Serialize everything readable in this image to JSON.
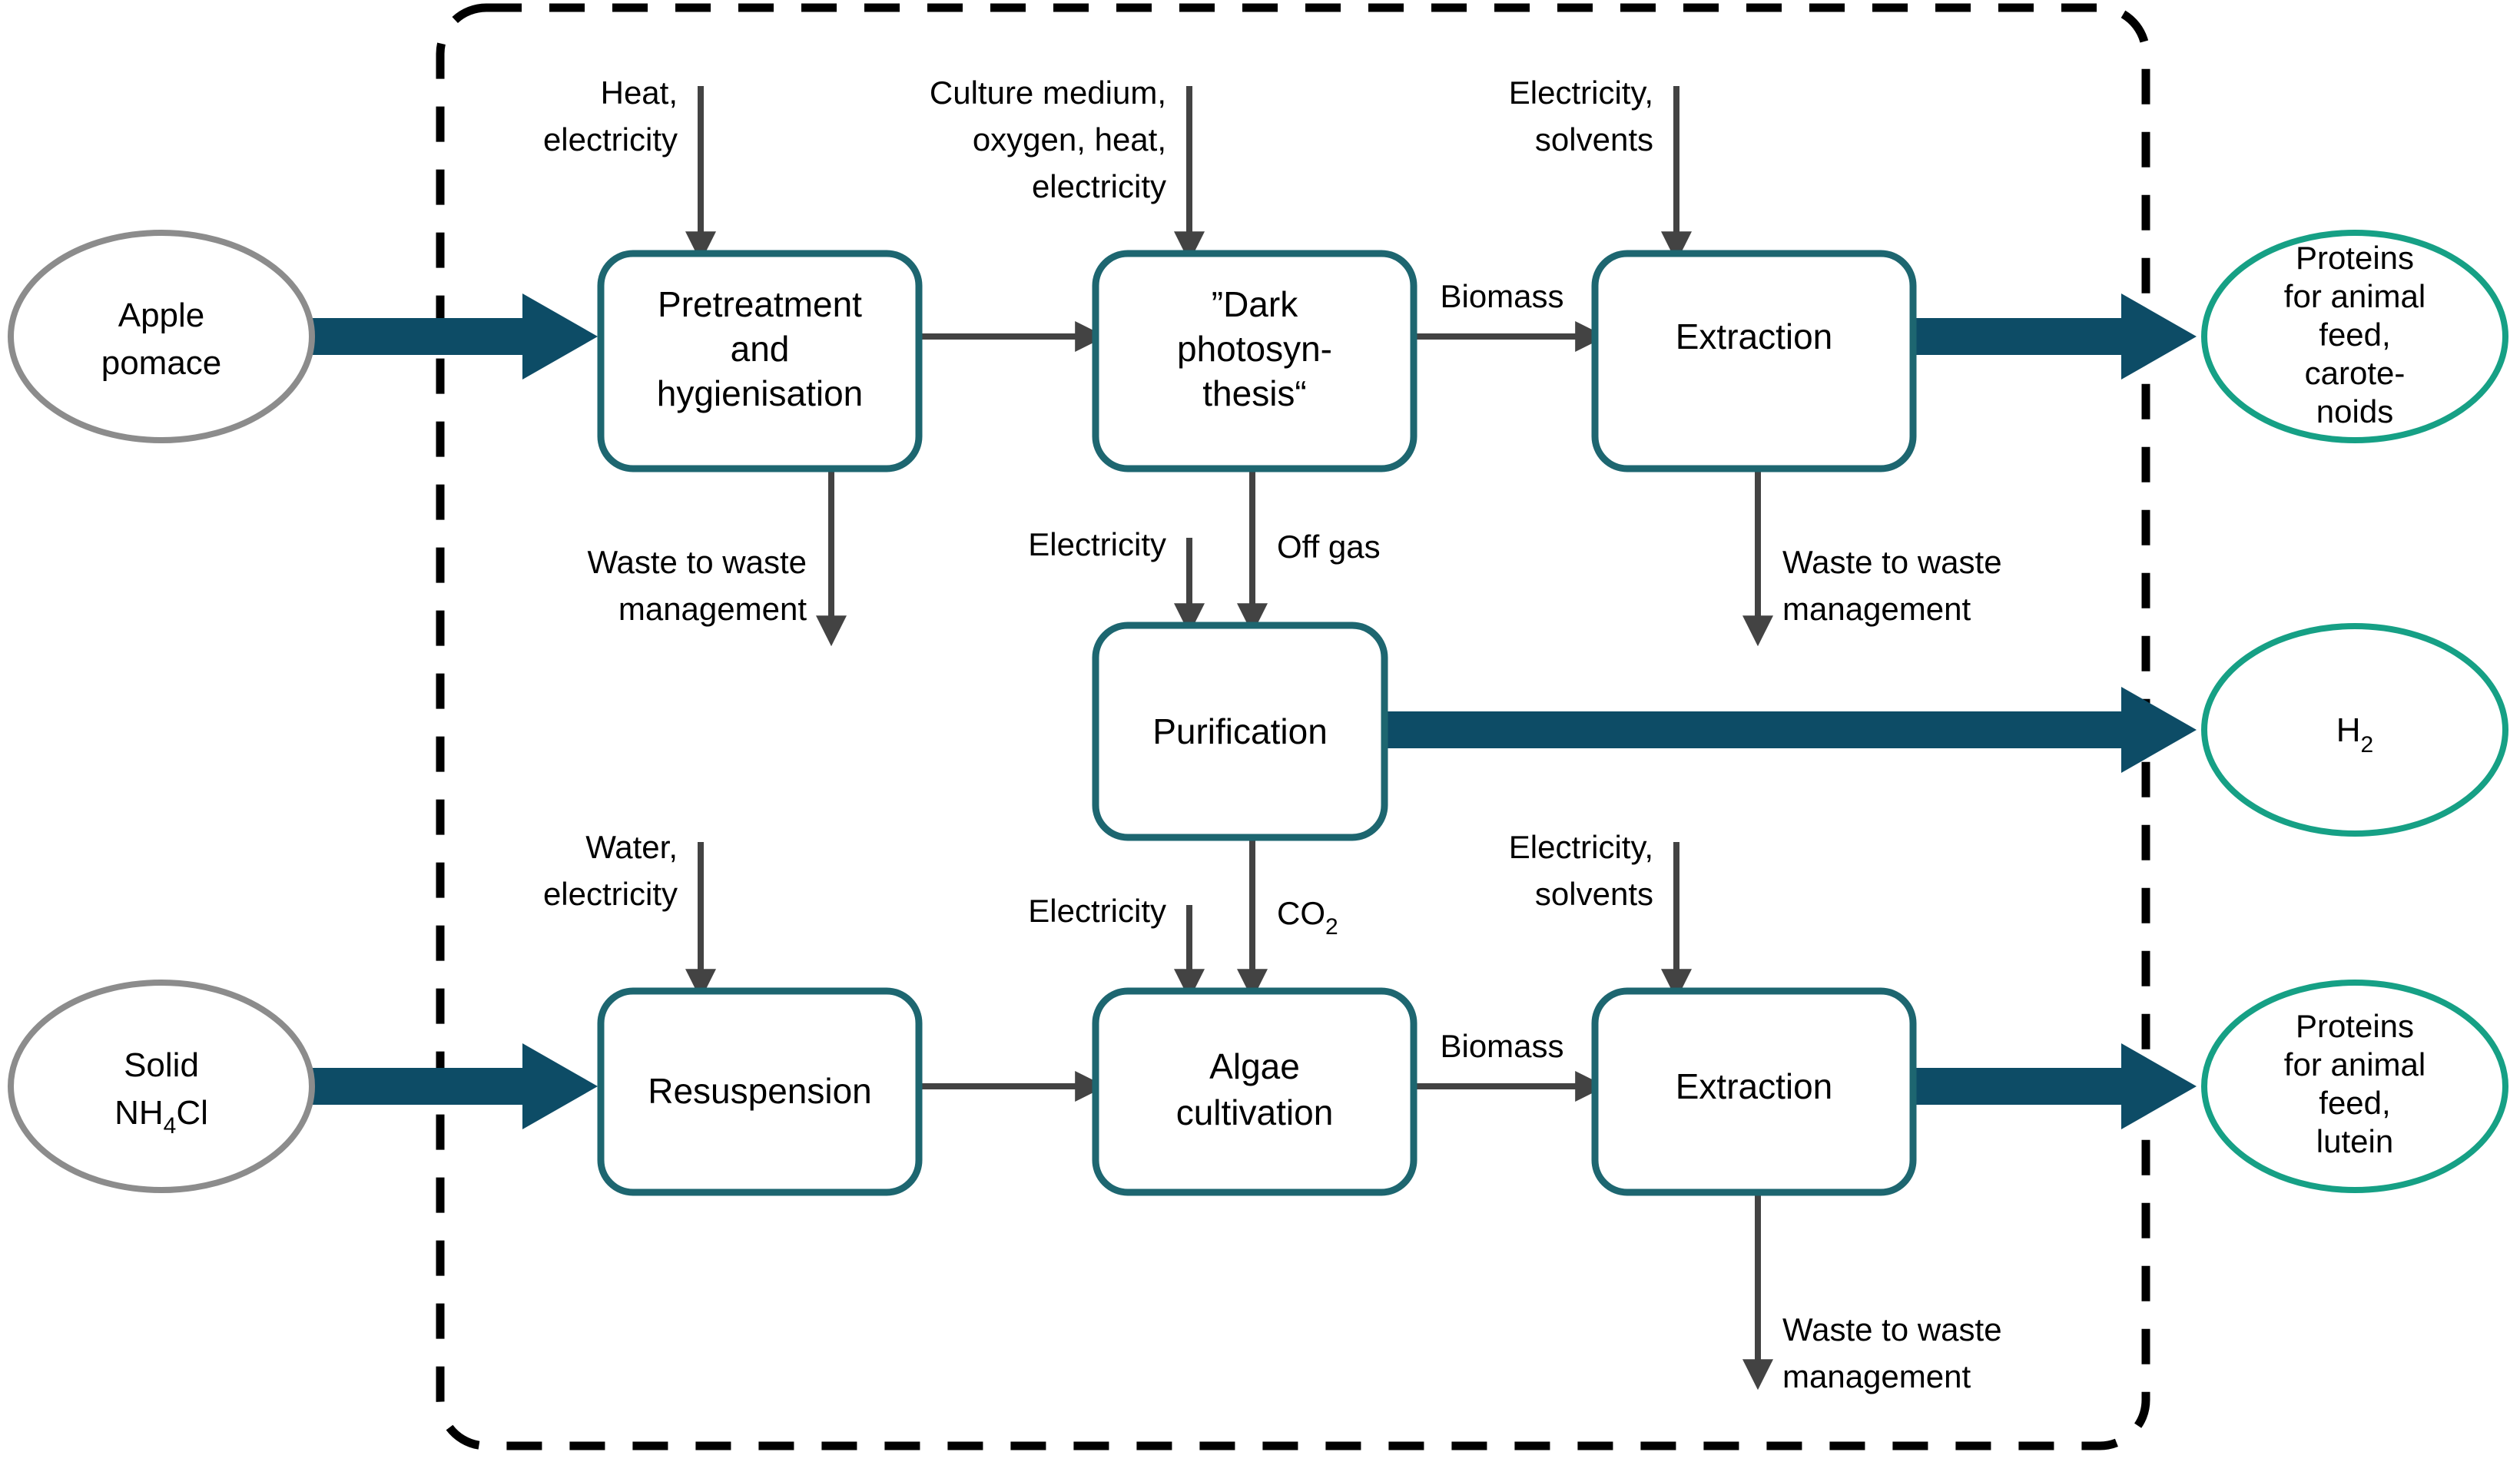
{
  "diagram": {
    "title": "Biorefinery process flow diagram",
    "colors": {
      "process_box_stroke": "#1d6670",
      "input_ellipse_stroke": "#8c8c8c",
      "output_ellipse_stroke": "#16a085",
      "thick_flow_arrow": "#0d4c66",
      "thin_arrow": "#434343",
      "system_boundary": "#000000"
    },
    "system_boundary": {
      "name": "system-boundary",
      "style": "dashed-rounded-rectangle"
    }
  },
  "inputs": [
    {
      "id": "apple-pomace",
      "lines": [
        "Apple",
        "pomace"
      ]
    },
    {
      "id": "solid-nh4cl",
      "lines": [
        "Solid",
        "NH"
      ],
      "formula_sub": "4",
      "formula_tail": "Cl",
      "line1": "Solid"
    }
  ],
  "outputs": [
    {
      "id": "proteins-carotenoids",
      "lines": [
        "Proteins",
        "for animal",
        "feed,",
        "carote-",
        "noids"
      ]
    },
    {
      "id": "hydrogen",
      "lines": [
        "H"
      ],
      "sub": "2"
    },
    {
      "id": "proteins-lutein",
      "lines": [
        "Proteins",
        "for animal",
        "feed,",
        "lutein"
      ]
    }
  ],
  "processes": [
    {
      "id": "pretreatment",
      "lines": [
        "Pretreatment",
        "and",
        "hygienisation"
      ]
    },
    {
      "id": "dark-photosynthesis",
      "lines": [
        "”Dark",
        "photosyn-",
        "thesis“"
      ]
    },
    {
      "id": "extraction-top",
      "lines": [
        "Extraction"
      ]
    },
    {
      "id": "purification",
      "lines": [
        "Purification"
      ]
    },
    {
      "id": "resuspension",
      "lines": [
        "Resuspension"
      ]
    },
    {
      "id": "algae-cultivation",
      "lines": [
        "Algae",
        "cultivation"
      ]
    },
    {
      "id": "extraction-bottom",
      "lines": [
        "Extraction"
      ]
    }
  ],
  "resource_inputs": [
    {
      "id": "heat-electricity",
      "lines": [
        "Heat,",
        "electricity"
      ]
    },
    {
      "id": "culture-medium",
      "lines": [
        "Culture medium,",
        "oxygen, heat,",
        "electricity"
      ]
    },
    {
      "id": "electricity-solvents-top",
      "lines": [
        "Electricity,",
        "solvents"
      ]
    },
    {
      "id": "electricity-purification",
      "lines": [
        "Electricity"
      ]
    },
    {
      "id": "water-electricity",
      "lines": [
        "Water,",
        "electricity"
      ]
    },
    {
      "id": "electricity-algae",
      "lines": [
        "Electricity"
      ]
    },
    {
      "id": "electricity-solvents-bottom",
      "lines": [
        "Electricity,",
        "solvents"
      ]
    }
  ],
  "waste_outputs": [
    {
      "id": "waste-pretreatment",
      "lines": [
        "Waste to waste",
        "management"
      ]
    },
    {
      "id": "waste-extraction-top",
      "lines": [
        "Waste to waste",
        "management"
      ]
    },
    {
      "id": "waste-extraction-bottom",
      "lines": [
        "Waste to waste",
        "management"
      ]
    }
  ],
  "stream_labels": [
    {
      "id": "biomass-top",
      "text": "Biomass"
    },
    {
      "id": "off-gas",
      "text": "Off gas"
    },
    {
      "id": "co2",
      "text": "CO",
      "sub": "2"
    },
    {
      "id": "biomass-bottom",
      "text": "Biomass"
    }
  ],
  "text": {
    "apple_pomace_l1": "Apple",
    "apple_pomace_l2": "pomace",
    "solid_l1": "Solid",
    "solid_nh": "NH",
    "solid_sub": "4",
    "solid_cl": "Cl",
    "pretreatment_l1": "Pretreatment",
    "pretreatment_l2": "and",
    "pretreatment_l3": "hygienisation",
    "darkphoto_l1": "”Dark",
    "darkphoto_l2": "photosyn-",
    "darkphoto_l3": "thesis“",
    "extraction_top": "Extraction",
    "purification": "Purification",
    "resuspension": "Resuspension",
    "algae_l1": "Algae",
    "algae_l2": "cultivation",
    "extraction_bottom": "Extraction",
    "heat_l1": "Heat,",
    "heat_l2": "electricity",
    "culture_l1": "Culture medium,",
    "culture_l2": "oxygen, heat,",
    "culture_l3": "electricity",
    "elec_solv_top_l1": "Electricity,",
    "elec_solv_top_l2": "solvents",
    "elec_purif": "Electricity",
    "water_l1": "Water,",
    "water_l2": "electricity",
    "elec_algae": "Electricity",
    "elec_solv_bot_l1": "Electricity,",
    "elec_solv_bot_l2": "solvents",
    "waste_top_l1": "Waste to waste",
    "waste_top_l2": "management",
    "waste_mid_l1": "Waste to waste",
    "waste_mid_l2": "management",
    "waste_bot_l1": "Waste to waste",
    "waste_bot_l2": "management",
    "biomass_top": "Biomass",
    "biomass_bottom": "Biomass",
    "off_gas": "Off gas",
    "co2_main": "CO",
    "co2_sub": "2",
    "out1_l1": "Proteins",
    "out1_l2": "for animal",
    "out1_l3": "feed,",
    "out1_l4": "carote-",
    "out1_l5": "noids",
    "out2_main": "H",
    "out2_sub": "2",
    "out3_l1": "Proteins",
    "out3_l2": "for animal",
    "out3_l3": "feed,",
    "out3_l4": "lutein"
  }
}
